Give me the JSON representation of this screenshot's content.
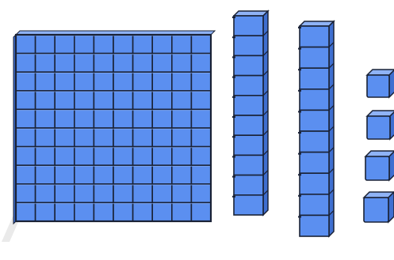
{
  "colors": {
    "face": "#5b8ff0",
    "top": "#8fb3f6",
    "side": "#3f6fd0",
    "line": "#1a2236",
    "shadow": "#dcdcdc"
  },
  "blocks": {
    "hundreds_flats": 1,
    "tens_rods": 2,
    "ones_units": 4
  },
  "flat": {
    "rows": 10,
    "cols": 10,
    "visible_cols": 10
  },
  "rod": {
    "units": 10
  },
  "icons": {
    "flat": "hundred-flat-icon",
    "rod": "ten-rod-icon",
    "unit": "unit-cube-icon"
  }
}
